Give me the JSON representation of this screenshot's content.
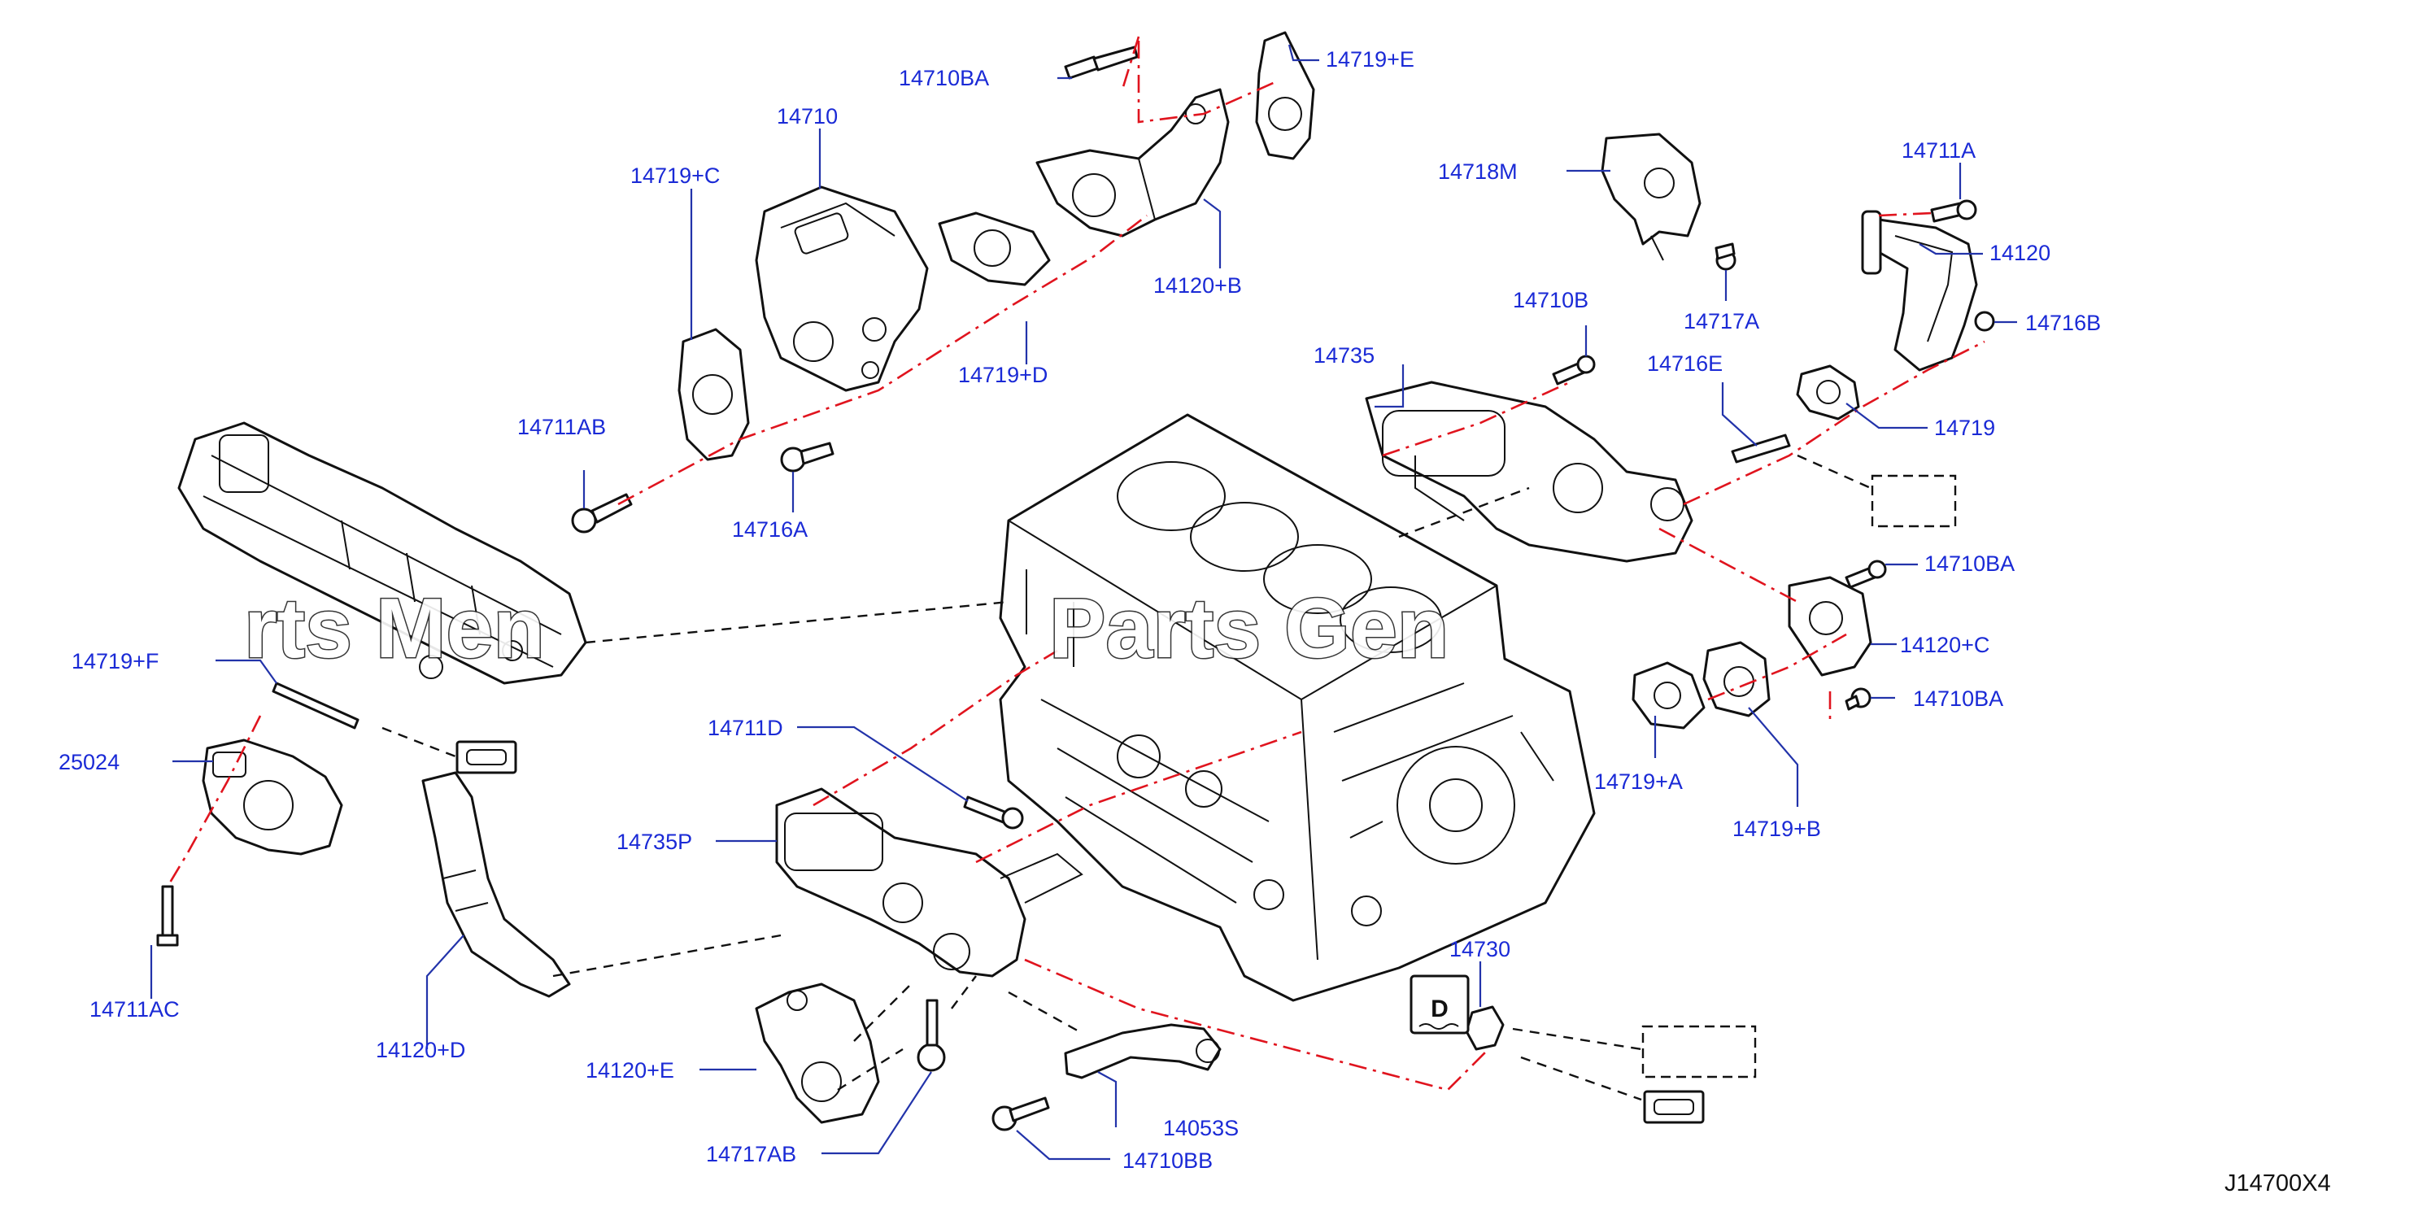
{
  "diagram_code": "J14700X4",
  "watermark_text": "Parts Gen",
  "watermark_text_left": "rts Men",
  "colors": {
    "callout_text": "#1a2ad6",
    "leader_line": "#2233aa",
    "red_dash": "#e0141e",
    "line_art": "#111111"
  },
  "callouts": {
    "c_14710BA_top": "14710BA",
    "c_14719E": "14719+E",
    "c_14710": "14710",
    "c_14719C": "14719+C",
    "c_14120B": "14120+B",
    "c_14719D": "14719+D",
    "c_14711AB": "14711AB",
    "c_14716A": "14716A",
    "c_14718M": "14718M",
    "c_14711A": "14711A",
    "c_14120": "14120",
    "c_14717A": "14717A",
    "c_14716B": "14716B",
    "c_14710B": "14710B",
    "c_14735": "14735",
    "c_14716E": "14716E",
    "c_14719": "14719",
    "c_14710BA_mid": "14710BA",
    "c_14120C": "14120+C",
    "c_14710BA_low": "14710BA",
    "c_14719A": "14719+A",
    "c_14719B": "14719+B",
    "c_14719F": "14719+F",
    "c_25024": "25024",
    "c_14711AC": "14711AC",
    "c_14711D": "14711D",
    "c_14735P": "14735P",
    "c_14120D": "14120+D",
    "c_14120E": "14120+E",
    "c_14717AB": "14717AB",
    "c_14053S": "14053S",
    "c_14710BB": "14710BB",
    "c_14730": "14730"
  },
  "icons": {
    "label_icon": "engine-emission-label-icon",
    "placeholder_boxes": "dashed-reference-box-icon",
    "gasket_symbol": "gasket-symbol-icon"
  }
}
